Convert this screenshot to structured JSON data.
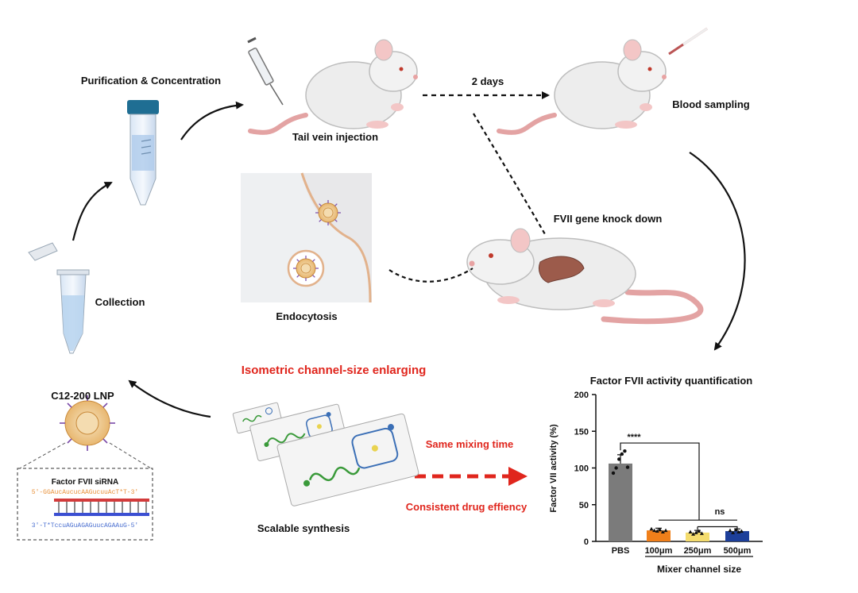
{
  "labels": {
    "purification": "Purification & Concentration",
    "tail_vein": "Tail vein injection",
    "two_days": "2 days",
    "blood_sampling": "Blood sampling",
    "fvii_knockdown": "FVII gene knock down",
    "endocytosis": "Endocytosis",
    "collection": "Collection",
    "isometric": "Isometric channel-size enlarging",
    "lnp": "C12-200 LNP",
    "sirna_title": "Factor FVII siRNA",
    "seq_top": "5'-GGAucAucucAAGucuuAcT*T-3'",
    "seq_bottom": "3'-T*TccuAGuAGAGuucAGAAuG-5'",
    "same_mixing": "Same mixing time",
    "consistent": "Consistent drug effiency",
    "scalable": "Scalable synthesis"
  },
  "colors": {
    "accent_red": "#e0261d",
    "seq_orange": "#e8913a",
    "seq_blue": "#4a6fd0"
  },
  "chart_data": {
    "type": "bar",
    "title": "Factor FVII activity quantification",
    "xlabel": "Mixer channel size",
    "ylabel": "Factor VII activity (%)",
    "categories": [
      "PBS",
      "100μm",
      "250μm",
      "500μm"
    ],
    "values": [
      106,
      15,
      12,
      14
    ],
    "errors": [
      12,
      3,
      3,
      3
    ],
    "bar_colors": [
      "#7b7b7b",
      "#f07f1a",
      "#f4dc6e",
      "#1d3f9a"
    ],
    "points": [
      [
        93,
        100,
        112,
        119,
        123,
        101
      ],
      [
        17,
        15,
        14,
        16,
        13,
        15
      ],
      [
        13,
        10,
        12,
        14,
        11
      ],
      [
        15,
        12,
        16,
        13,
        14
      ]
    ],
    "ylim": [
      0,
      200
    ],
    "yticks": [
      0,
      50,
      100,
      150,
      200
    ],
    "sig_main": "****",
    "sig_ns": "ns",
    "grid": false
  }
}
